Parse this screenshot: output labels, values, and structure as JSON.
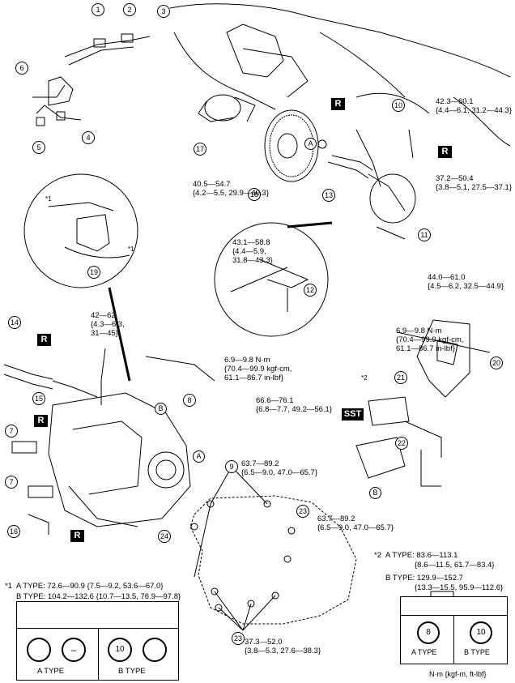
{
  "callouts": [
    "1",
    "2",
    "3",
    "4",
    "5",
    "6",
    "7",
    "7",
    "8",
    "9",
    "10",
    "11",
    "12",
    "13",
    "14",
    "15",
    "16",
    "17",
    "18",
    "19",
    "20",
    "21",
    "22",
    "23",
    "23",
    "24"
  ],
  "ref_labels": {
    "a": "A",
    "b": "B"
  },
  "marks": {
    "r": "R",
    "sst": "SST"
  },
  "torque": {
    "t17": [
      "40.5—54.7",
      "{4.2—5.5, 29.9—40.3}"
    ],
    "t10": [
      "42.3—60.1",
      "{4.4—6.1, 31.2—44.3}"
    ],
    "t11": [
      "37.2—50.4",
      "{3.8—5.1, 27.5—37.1}"
    ],
    "t12": [
      "43.1—58.8",
      "{4.4—5.9,",
      "31.8—43.3}"
    ],
    "t20": [
      "44.0—61.0",
      "{4.5—6.2, 32.5—44.9}"
    ],
    "t20b": [
      "6.9—9.8 N·m",
      "{70.4—99.9 kgf-cm,",
      "61.1—86.7 in-lbf}"
    ],
    "t14": [
      "42—62",
      "{4.3—6.3,",
      "31—45}"
    ],
    "t8": [
      "6.9—9.8 N·m",
      "{70.4—99.9 kgf-cm,",
      "61.1—86.7 in-lbf}"
    ],
    "t21": [
      "66.6—76.1",
      "{6.8—7.7, 49.2—56.1}"
    ],
    "t9": [
      "63.7—89.2",
      "{6.5—9.0, 47.0—65.7}"
    ],
    "t23a": [
      "63.7—89.2",
      "{6.5—9.0, 47.0—65.7}"
    ],
    "t23b": [
      "37.3—52.0",
      "{3.8—5.3, 27.6—38.3}"
    ]
  },
  "note1": {
    "mark": "*1",
    "a": "A TYPE: 72.6—90.9 {7.5—9.2, 53.6—67.0}",
    "b": "B TYPE: 104.2—132.6 {10.7—13.5, 76.9—97.8}"
  },
  "note2": {
    "mark": "*2",
    "a1": "A TYPE: 83.6—113.1",
    "a2": "{8.6—11.5, 61.7—83.4}",
    "b1": "B TYPE: 129.9—152.7",
    "b2": "{13.3—15.5, 95.9—112.6}"
  },
  "star1": "*1",
  "star2": "*2",
  "bolt_types": {
    "a": "A TYPE",
    "b": "B TYPE",
    "a_mark": "8",
    "b_mark": "10",
    "b_mark2": "10"
  },
  "units": "N·m {kgf-m, ft-lbf}"
}
